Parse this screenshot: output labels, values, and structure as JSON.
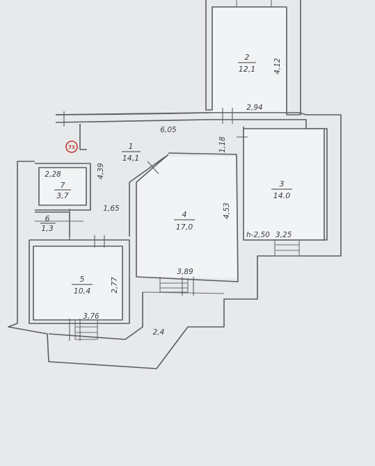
{
  "rooms": [
    {
      "id": "1",
      "number": "1",
      "area": "14,1"
    },
    {
      "id": "2",
      "number": "2",
      "area": "12,1"
    },
    {
      "id": "3",
      "number": "3",
      "area": "14.0"
    },
    {
      "id": "4",
      "number": "4",
      "area": "17,0"
    },
    {
      "id": "5",
      "number": "5",
      "area": "10,4"
    },
    {
      "id": "6",
      "number": "6",
      "area": "1,3"
    },
    {
      "id": "7",
      "number": "7",
      "area": "3,7"
    }
  ],
  "dimensions": {
    "d605": "6,05",
    "d118": "1,18",
    "d412": "4,12",
    "d294": "2,94",
    "d439": "4,39",
    "d228": "2,28",
    "d165": "1,65",
    "d453": "4,53",
    "d389": "3,89",
    "d277": "2,77",
    "d376": "3,76",
    "d24": "2,4"
  },
  "ceiling_height": "h-2,50",
  "ceiling_dim": "3,25",
  "apartment_marker": "73"
}
